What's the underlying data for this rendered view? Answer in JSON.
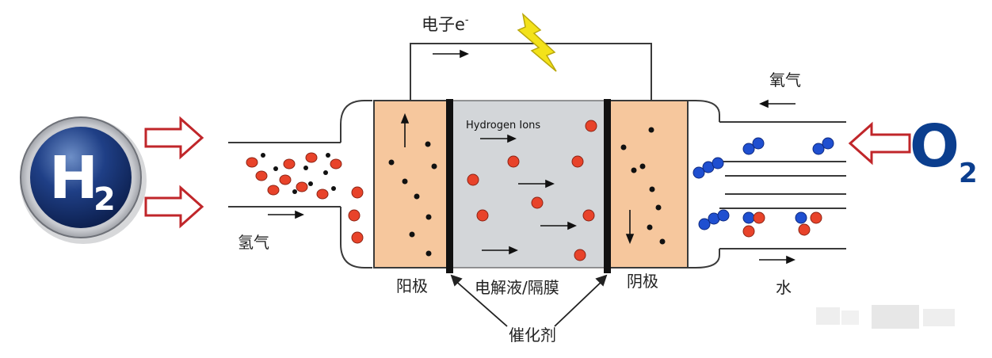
{
  "colors": {
    "electrode": "#f6c79d",
    "electrolyte": "#d3d6d9",
    "proton": "#e8432a",
    "oxygen": "#1f4fd0",
    "outline": "#3a3a3a",
    "arrow_red": "#c0262a",
    "o2_text": "#0b3e8e",
    "lightning": "#f3e21a"
  },
  "labels": {
    "electron": "电子e",
    "electron_sup": "-",
    "hydrogen_ions": "Hydrogen Ions",
    "hydrogen_gas": "氢气",
    "oxygen_gas": "氧气",
    "anode": "阳极",
    "electrolyte": "电解液/隔膜",
    "cathode": "阴极",
    "water": "水",
    "catalyst": "催化剂"
  },
  "badges": {
    "h2_main": "H",
    "h2_sub": "2",
    "o2_main": "O",
    "o2_sub": "2"
  },
  "icons": [
    "lightning-icon",
    "inlet-arrow-icon",
    "flow-arrow-icon"
  ]
}
